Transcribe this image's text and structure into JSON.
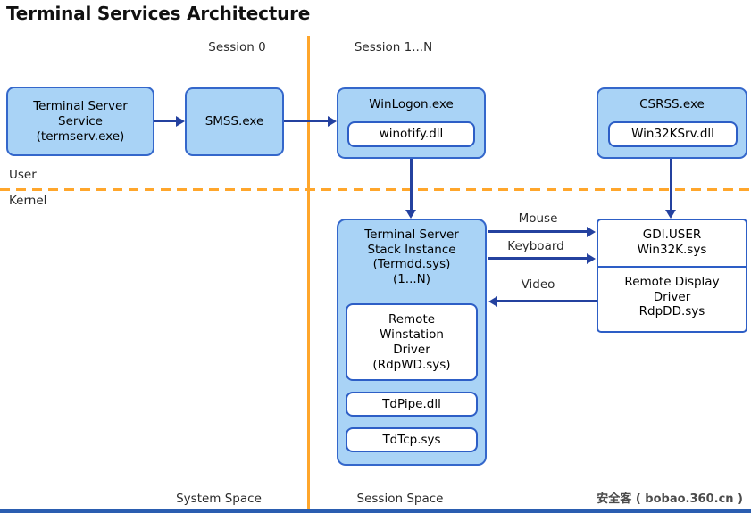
{
  "title": "Terminal Services Architecture",
  "labels": {
    "session0": "Session 0",
    "session1n": "Session 1...N",
    "user": "User",
    "kernel": "Kernel",
    "mouse": "Mouse",
    "keyboard": "Keyboard",
    "video": "Video",
    "system_space": "System Space",
    "session_space": "Session Space"
  },
  "nodes": {
    "tss": {
      "lines": [
        "Terminal Server",
        "Service",
        "(termserv.exe)"
      ]
    },
    "smss": {
      "label": "SMSS.exe"
    },
    "winlogon": {
      "label": "WinLogon.exe",
      "child": "winotify.dll"
    },
    "csrss": {
      "label": "CSRSS.exe",
      "child": "Win32KSrv.dll"
    },
    "stack": {
      "lines": [
        "Terminal Server",
        "Stack Instance",
        "(Termdd.sys)",
        "(1...N)"
      ],
      "rwd_lines": [
        "Remote",
        "Winstation",
        "Driver",
        "(RdpWD.sys)"
      ],
      "tdpipe": "TdPipe.dll",
      "tdtcp": "TdTcp.sys"
    },
    "gdi": {
      "lines": [
        "GDI.USER",
        "Win32K.sys"
      ]
    },
    "rdd": {
      "lines": [
        "Remote Display",
        "Driver",
        "RdpDD.sys"
      ]
    }
  },
  "watermark": {
    "brand": "安全客",
    "suffix": " ( bobao.360.cn )"
  },
  "colors": {
    "box_fill": "#a9d3f6",
    "box_border": "#3467cb",
    "arrow_blue": "#24419f",
    "orange": "#ffa62b"
  }
}
